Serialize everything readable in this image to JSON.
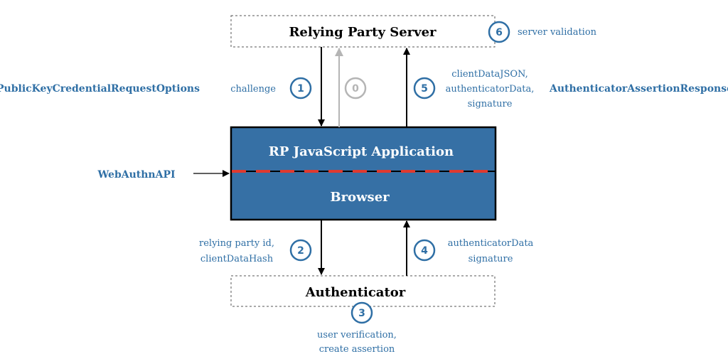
{
  "colors": {
    "accent": "#2f6fa5",
    "main_box_fill": "#3670a5",
    "dashed_line": "#e03a2f",
    "inactive": "#b5b5b5",
    "text_dark": "#000000"
  },
  "boxes": {
    "relying_party_server": "Relying Party Server",
    "rp_app": "RP JavaScript Application",
    "browser": "Browser",
    "authenticator": "Authenticator"
  },
  "side_labels": {
    "request_options": "PublicKeyCredentialRequestOptions",
    "assertion_response": "AuthenticatorAssertionResponse",
    "webauthn_api": "WebAuthnAPI"
  },
  "steps": [
    {
      "number": "0",
      "lines": [],
      "active": false
    },
    {
      "number": "1",
      "lines": [
        "challenge"
      ],
      "active": true
    },
    {
      "number": "2",
      "lines": [
        "relying party id,",
        "clientDataHash"
      ],
      "active": true
    },
    {
      "number": "3",
      "lines": [
        "user verification,",
        "create assertion"
      ],
      "active": true
    },
    {
      "number": "4",
      "lines": [
        "authenticatorData",
        "signature"
      ],
      "active": true
    },
    {
      "number": "5",
      "lines": [
        "clientDataJSON,",
        "authenticatorData,",
        "signature"
      ],
      "active": true
    },
    {
      "number": "6",
      "lines": [
        "server validation"
      ],
      "active": true
    }
  ]
}
